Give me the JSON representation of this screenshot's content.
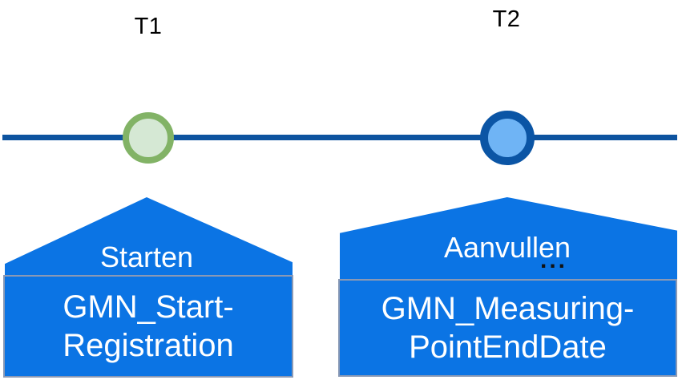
{
  "diagram": {
    "type": "timeline",
    "background_color": "#FFFFFF",
    "timeline_line_color": "#0D539F",
    "shape_fill_color": "#0B74E4",
    "box_border_color": "#8A99B5",
    "text_color_on_blue": "#FFFFFF",
    "time_label_color": "#000000",
    "events": [
      {
        "time_label": "T1",
        "marker": {
          "name": "t1-marker-circle",
          "fill_color": "#D5E8D4",
          "border_color": "#82B366"
        },
        "action_label": "Starten",
        "box_lines": [
          "GMN_Start-",
          "Registration"
        ]
      },
      {
        "time_label": "T2",
        "marker": {
          "name": "t2-marker-circle",
          "fill_color": "#6FB4F5",
          "border_color": "#0B55A5"
        },
        "action_label": "Aanvullen",
        "ellipsis": "...",
        "box_lines": [
          "GMN_Measuring-",
          "PointEndDate"
        ]
      }
    ]
  }
}
